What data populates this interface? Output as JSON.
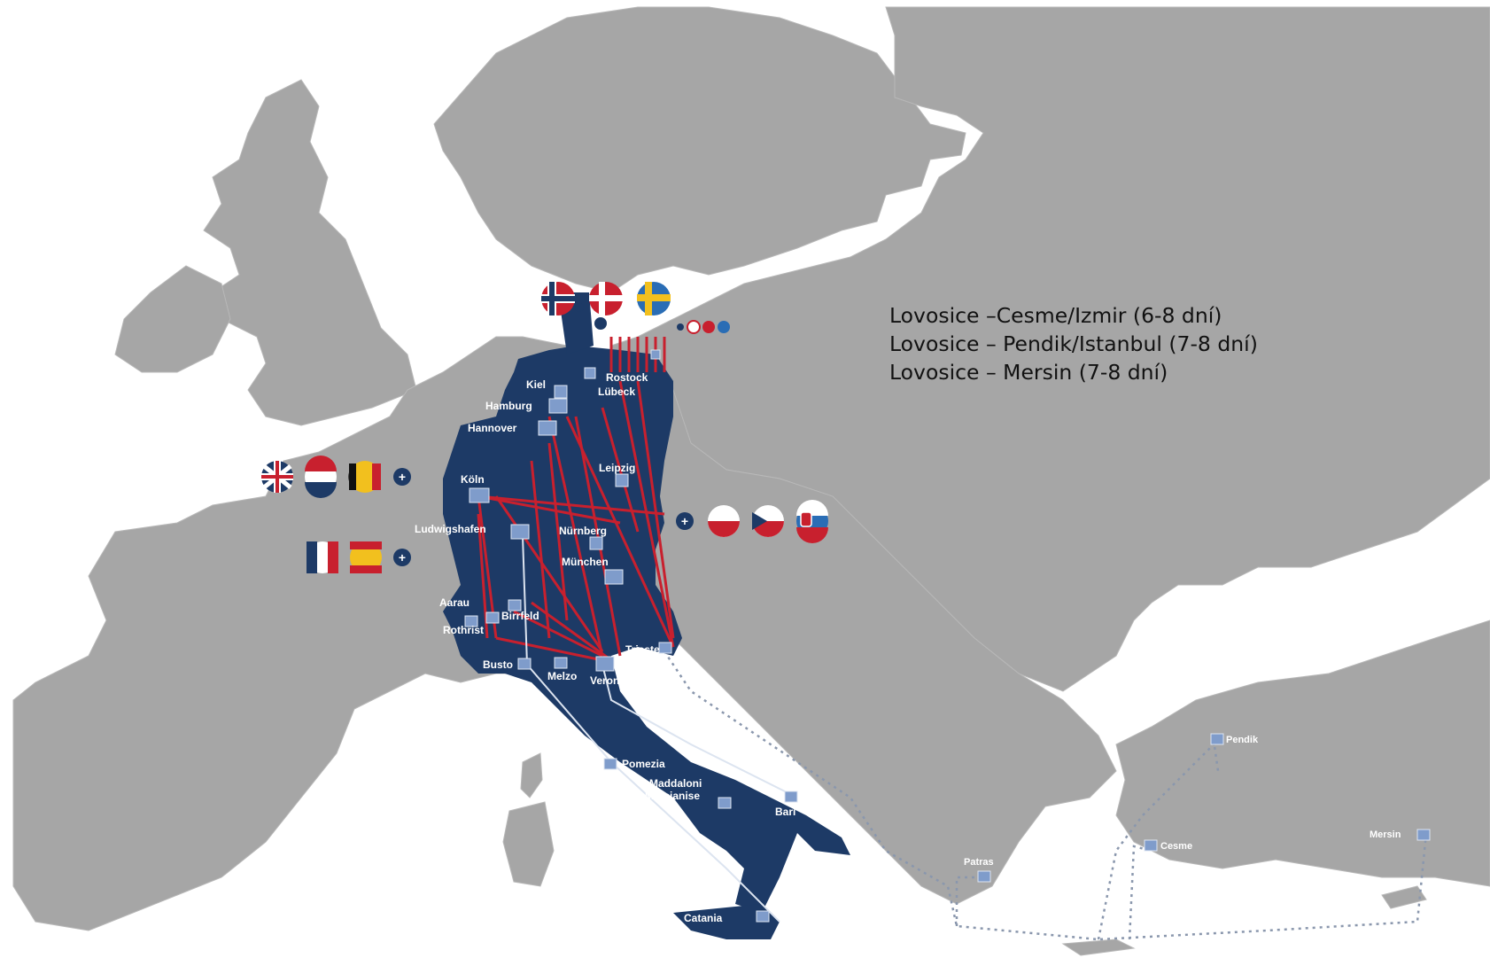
{
  "routes": [
    "Lovosice –Cesme/Izmir (6-8 dní)",
    "Lovosice – Pendik/Istanbul (7-8 dní)",
    "Lovosice – Mersin (7-8 dní)"
  ],
  "terminals": {
    "kiel": "Kiel",
    "lubeck": "Lübeck",
    "rostock": "Rostock",
    "hamburg": "Hamburg",
    "hannover": "Hannover",
    "leipzig": "Leipzig",
    "koln": "Köln",
    "ludwigshafen": "Ludwigshafen",
    "nurnberg": "Nürnberg",
    "munchen": "München",
    "aarau": "Aarau",
    "rothrist": "Rothrist",
    "birrfeld": "Birrfeld",
    "busto": "Busto",
    "melzo": "Melzo",
    "verona": "Verona",
    "trieste": "Trieste",
    "pomezia": "Pomezia",
    "maddaloni": "Maddaloni",
    "marcianise": "Marcianise",
    "bari": "Bari",
    "catania": "Catania",
    "patras": "Patras",
    "pendik": "Pendik",
    "cesme": "Cesme",
    "mersin": "Mersin"
  },
  "colors": {
    "land": "#a6a6a6",
    "network": "#1d3a66",
    "rail": "#c8202e",
    "terminal": "#7f9ccb",
    "sea_route": "#8a97ad"
  }
}
